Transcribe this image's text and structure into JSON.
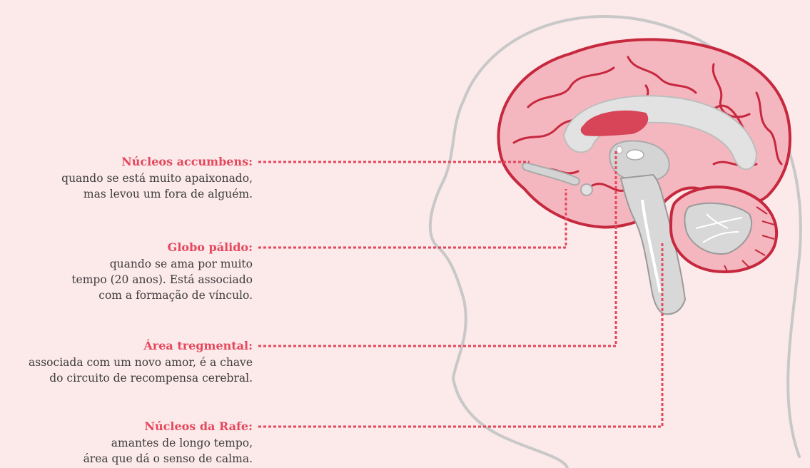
{
  "annotations": [
    {
      "title": "Núcleos accumbens:",
      "lines": [
        "quando se está muito apaixonado,",
        "mas levou um fora de alguém."
      ]
    },
    {
      "title": "Globo pálido:",
      "lines": [
        "quando se ama por muito",
        "tempo (20 anos). Está associado",
        "com a formação de vínculo."
      ]
    },
    {
      "title": "Área tregmental:",
      "lines": [
        "associada com um novo amor, é a chave",
        "do circuito de recompensa cerebral."
      ]
    },
    {
      "title": "Núcleos da Rafe:",
      "lines": [
        "amantes de longo tempo,",
        "área que dá o senso de calma."
      ]
    }
  ],
  "colors": {
    "background": "#fce9ea",
    "accent": "#e5475c",
    "brain_fill": "#f5b7bf",
    "brain_outline": "#c6283e",
    "head_outline": "#c8c8c8",
    "brainstem": "#d8d8d8"
  },
  "icons": [
    "brain-illustration",
    "head-profile-outline"
  ]
}
